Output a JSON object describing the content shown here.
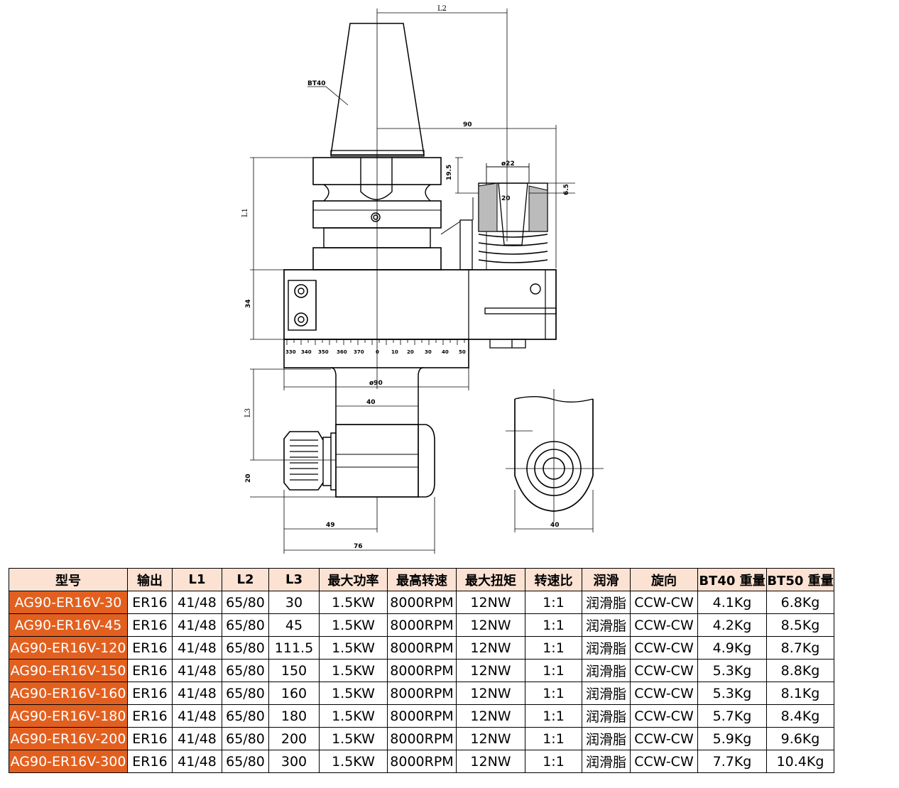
{
  "drawing": {
    "labels": {
      "L2": "L2",
      "BT40": "BT40",
      "d90": "90",
      "d19_5": "19.5",
      "d22": "ø22",
      "d20": "20",
      "d6_5": "6.5",
      "L1": "L1",
      "d34": "34",
      "phi90": "ø90",
      "d40": "40",
      "L3": "L3",
      "d20b": "20",
      "d49": "49",
      "d76": "76",
      "d40b": "40"
    },
    "scale": [
      "330",
      "340",
      "350",
      "360",
      "370",
      "0",
      "10",
      "20",
      "30",
      "40",
      "50"
    ]
  },
  "table": {
    "headers": [
      "型号",
      "输出",
      "L1",
      "L2",
      "L3",
      "最大功率",
      "最高转速",
      "最大扭矩",
      "转速比",
      "润滑",
      "旋向",
      "BT40 重量",
      "BT50 重量"
    ],
    "rows": [
      [
        "AG90-ER16V-30",
        "ER16",
        "41/48",
        "65/80",
        "30",
        "1.5KW",
        "8000RPM",
        "12NW",
        "1:1",
        "润滑脂",
        "CCW-CW",
        "4.1Kg",
        "6.8Kg"
      ],
      [
        "AG90-ER16V-45",
        "ER16",
        "41/48",
        "65/80",
        "45",
        "1.5KW",
        "8000RPM",
        "12NW",
        "1:1",
        "润滑脂",
        "CCW-CW",
        "4.2Kg",
        "8.5Kg"
      ],
      [
        "AG90-ER16V-120",
        "ER16",
        "41/48",
        "65/80",
        "111.5",
        "1.5KW",
        "8000RPM",
        "12NW",
        "1:1",
        "润滑脂",
        "CCW-CW",
        "4.9Kg",
        "8.7Kg"
      ],
      [
        "AG90-ER16V-150",
        "ER16",
        "41/48",
        "65/80",
        "150",
        "1.5KW",
        "8000RPM",
        "12NW",
        "1:1",
        "润滑脂",
        "CCW-CW",
        "5.3Kg",
        "8.8Kg"
      ],
      [
        "AG90-ER16V-160",
        "ER16",
        "41/48",
        "65/80",
        "160",
        "1.5KW",
        "8000RPM",
        "12NW",
        "1:1",
        "润滑脂",
        "CCW-CW",
        "5.3Kg",
        "8.1Kg"
      ],
      [
        "AG90-ER16V-180",
        "ER16",
        "41/48",
        "65/80",
        "180",
        "1.5KW",
        "8000RPM",
        "12NW",
        "1:1",
        "润滑脂",
        "CCW-CW",
        "5.7Kg",
        "8.4Kg"
      ],
      [
        "AG90-ER16V-200",
        "ER16",
        "41/48",
        "65/80",
        "200",
        "1.5KW",
        "8000RPM",
        "12NW",
        "1:1",
        "润滑脂",
        "CCW-CW",
        "5.9Kg",
        "9.6Kg"
      ],
      [
        "AG90-ER16V-300",
        "ER16",
        "41/48",
        "65/80",
        "300",
        "1.5KW",
        "8000RPM",
        "12NW",
        "1:1",
        "润滑脂",
        "CCW-CW",
        "7.7Kg",
        "10.4Kg"
      ]
    ]
  },
  "colors": {
    "model_cell": "#e2601f",
    "header_bg": "#fbe2d3"
  }
}
